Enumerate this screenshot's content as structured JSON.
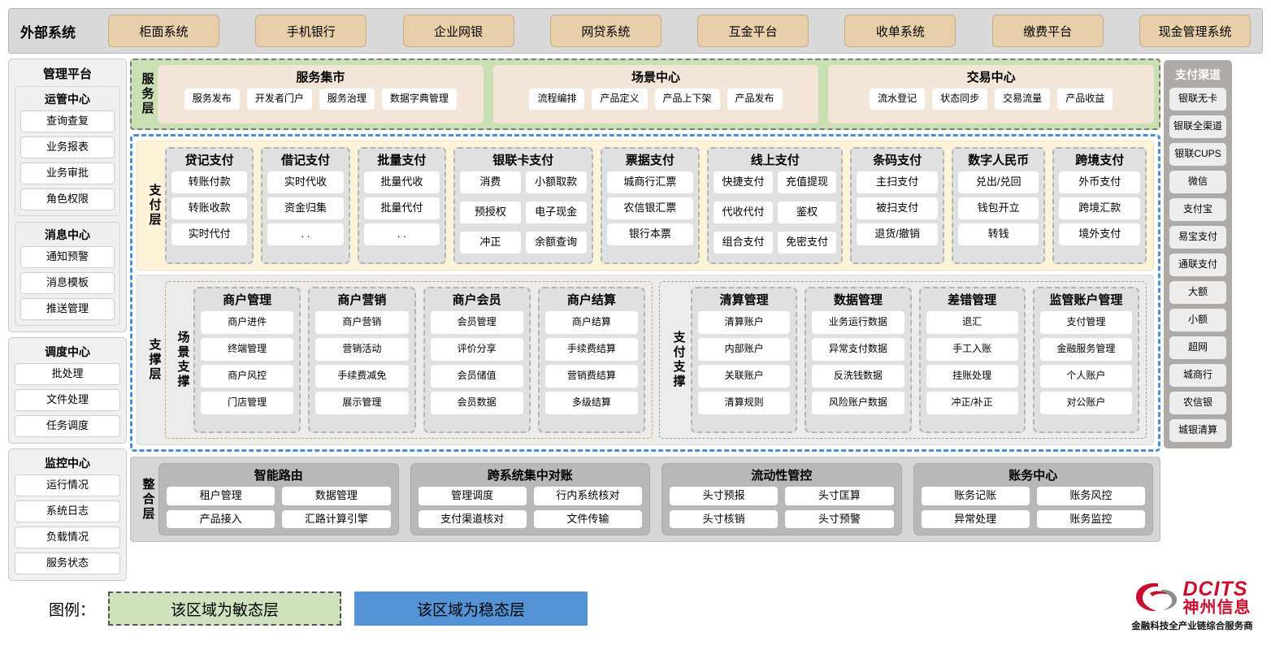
{
  "external": {
    "title": "外部系统",
    "items": [
      "柜面系统",
      "手机银行",
      "企业网银",
      "网贷系统",
      "互金平台",
      "收单系统",
      "缴费平台",
      "现金管理系统"
    ]
  },
  "management": {
    "title": "管理平台",
    "groups": [
      {
        "title": "运管中心",
        "items": [
          "查询查复",
          "业务报表",
          "业务审批",
          "角色权限"
        ]
      },
      {
        "title": "消息中心",
        "items": [
          "通知预警",
          "消息模板",
          "推送管理"
        ]
      }
    ],
    "standalone": [
      {
        "title": "调度中心",
        "items": [
          "批处理",
          "文件处理",
          "任务调度"
        ]
      },
      {
        "title": "监控中心",
        "items": [
          "运行情况",
          "系统日志",
          "负载情况",
          "服务状态"
        ]
      }
    ]
  },
  "channels": {
    "title": "支付渠道",
    "items": [
      "银联无卡",
      "银联全渠道",
      "银联CUPS",
      "微信",
      "支付宝",
      "易宝支付",
      "通联支付",
      "大额",
      "小额",
      "超网",
      "城商行",
      "农信银",
      "城银清算"
    ]
  },
  "service_layer": {
    "label": "服务层",
    "groups": [
      {
        "title": "服务集市",
        "items": [
          "服务发布",
          "开发者门户",
          "服务治理",
          "数据字典管理"
        ]
      },
      {
        "title": "场景中心",
        "items": [
          "流程编排",
          "产品定义",
          "产品上下架",
          "产品发布"
        ]
      },
      {
        "title": "交易中心",
        "items": [
          "流水登记",
          "状态同步",
          "交易流量",
          "产品收益"
        ]
      }
    ]
  },
  "payment_layer": {
    "label": "支付层",
    "groups": [
      {
        "title": "贷记支付",
        "cols": 1,
        "items": [
          "转账付款",
          "转账收款",
          "实时代付"
        ]
      },
      {
        "title": "借记支付",
        "cols": 1,
        "items": [
          "实时代收",
          "资金归集",
          ". ."
        ]
      },
      {
        "title": "批量支付",
        "cols": 1,
        "items": [
          "批量代收",
          "批量代付",
          ". ."
        ]
      },
      {
        "title": "银联卡支付",
        "cols": 2,
        "items": [
          "消费",
          "小额取款",
          "预授权",
          "电子现金",
          "冲正",
          "余额查询"
        ]
      },
      {
        "title": "票据支付",
        "cols": 1,
        "items": [
          "城商行汇票",
          "农信银汇票",
          "银行本票"
        ]
      },
      {
        "title": "线上支付",
        "cols": 2,
        "items": [
          "快捷支付",
          "充值提现",
          "代收代付",
          "鉴权",
          "组合支付",
          "免密支付"
        ]
      },
      {
        "title": "条码支付",
        "cols": 1,
        "items": [
          "主扫支付",
          "被扫支付",
          "退货/撤销"
        ]
      },
      {
        "title": "数字人民币",
        "cols": 1,
        "items": [
          "兑出/兑回",
          "钱包开立",
          "转钱"
        ]
      },
      {
        "title": "跨境支付",
        "cols": 1,
        "items": [
          "外币支付",
          "跨境汇款",
          "境外支付"
        ]
      }
    ]
  },
  "support_layer": {
    "label": "支撑层",
    "scene": {
      "label": "场景支撑",
      "groups": [
        {
          "title": "商户管理",
          "items": [
            "商户进件",
            "终端管理",
            "商户风控",
            "门店管理"
          ]
        },
        {
          "title": "商户营销",
          "items": [
            "商户营销",
            "营销活动",
            "手续费减免",
            "展示管理"
          ]
        },
        {
          "title": "商户会员",
          "items": [
            "会员管理",
            "评价分享",
            "会员储值",
            "会员数据"
          ]
        },
        {
          "title": "商户结算",
          "items": [
            "商户结算",
            "手续费结算",
            "营销费结算",
            "多级结算"
          ]
        }
      ]
    },
    "paysupport": {
      "label": "支付支撑",
      "groups": [
        {
          "title": "清算管理",
          "items": [
            "清算账户",
            "内部账户",
            "关联账户",
            "清算规则"
          ]
        },
        {
          "title": "数据管理",
          "items": [
            "业务运行数据",
            "异常支付数据",
            "反洗钱数据",
            "风险账户数据"
          ]
        },
        {
          "title": "差错管理",
          "items": [
            "退汇",
            "手工入账",
            "挂账处理",
            "冲正/补正"
          ]
        },
        {
          "title": "监管账户管理",
          "items": [
            "支付管理",
            "金融服务管理",
            "个人账户",
            "对公账户"
          ]
        }
      ]
    }
  },
  "integration_layer": {
    "label": "整合层",
    "groups": [
      {
        "title": "智能路由",
        "items": [
          "租户管理",
          "数据管理",
          "产品接入",
          "汇路计算引擎"
        ]
      },
      {
        "title": "跨系统集中对账",
        "items": [
          "管理调度",
          "行内系统核对",
          "支付渠道核对",
          "文件传输"
        ]
      },
      {
        "title": "流动性管控",
        "items": [
          "头寸预报",
          "头寸匡算",
          "头寸核销",
          "头寸预警"
        ]
      },
      {
        "title": "账务中心",
        "items": [
          "账务记账",
          "账务风控",
          "异常处理",
          "账务监控"
        ]
      }
    ]
  },
  "legend": {
    "label": "图例：",
    "agile": "该区域为敏态层",
    "stable": "该区域为稳态层"
  },
  "logo": {
    "brand": "DCITS",
    "brand_cn": "神州信息",
    "tagline": "金融科技全产业链综合服务商"
  },
  "colors": {
    "agile_green": "#c9e0b4",
    "stable_blue": "#4e8fd1",
    "external_item": "#e8cfac",
    "payment_cream": "#fdf3d9",
    "brand_red": "#c8102e"
  }
}
